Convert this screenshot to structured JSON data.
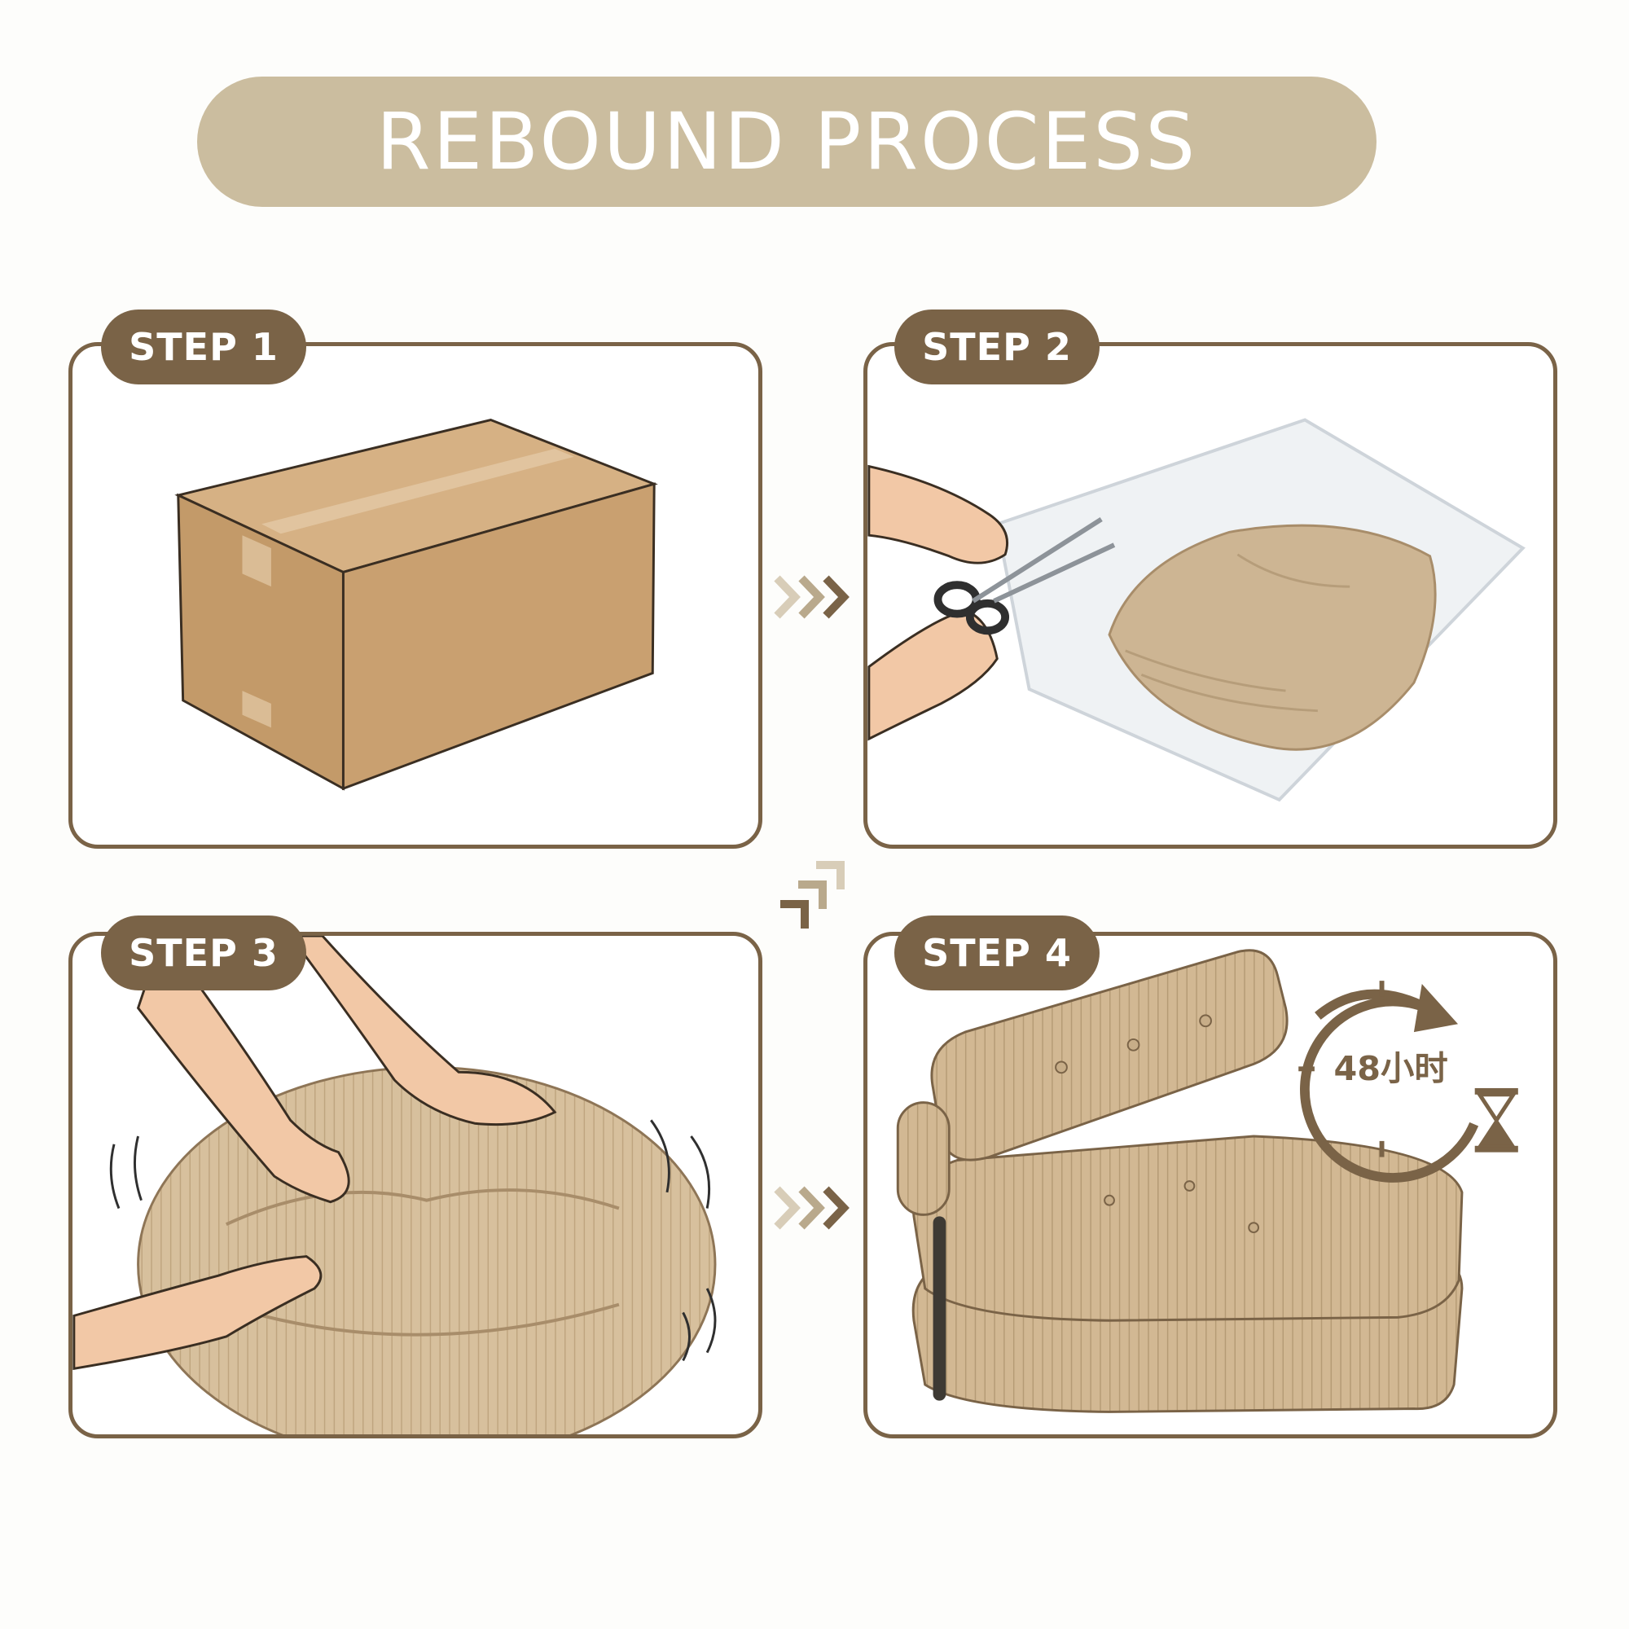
{
  "title": "REBOUND PROCESS",
  "steps": [
    {
      "label": "STEP 1"
    },
    {
      "label": "STEP 2"
    },
    {
      "label": "STEP 3"
    },
    {
      "label": "STEP 4"
    }
  ],
  "timer": {
    "label": "48小时"
  },
  "colors": {
    "accent_brown": "#7a6347",
    "title_pill": "#cbbd9f",
    "cardboard": "#c9a070",
    "fabric": "#d2b893"
  },
  "icons": [
    "cardboard-box-icon",
    "scissors-icon",
    "hourglass-icon",
    "clock-arrow-icon",
    "triple-chevron-icon"
  ]
}
